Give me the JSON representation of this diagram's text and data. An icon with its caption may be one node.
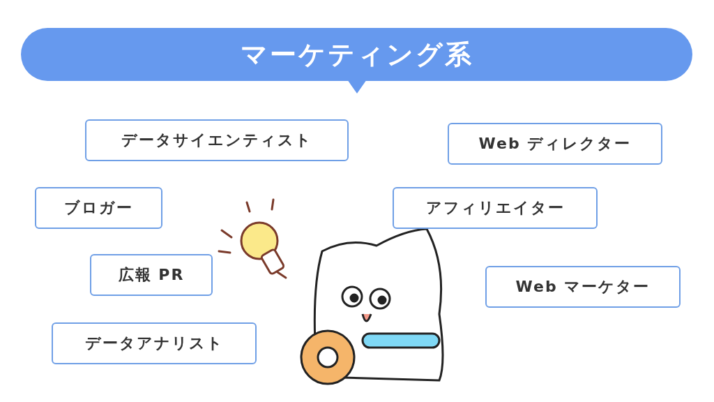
{
  "diagram": {
    "title": "マーケティング系",
    "nodes": [
      {
        "text": [
          "データサイエンティスト"
        ]
      },
      {
        "text": [
          "Web ディレクター"
        ]
      },
      {
        "text": [
          "ブロガー"
        ]
      },
      {
        "text": [
          "アフィリエイター"
        ]
      },
      {
        "text": [
          "広報 PR"
        ]
      },
      {
        "text": [
          "Web マーケター"
        ]
      },
      {
        "text": [
          "データアナリスト"
        ]
      }
    ]
  }
}
